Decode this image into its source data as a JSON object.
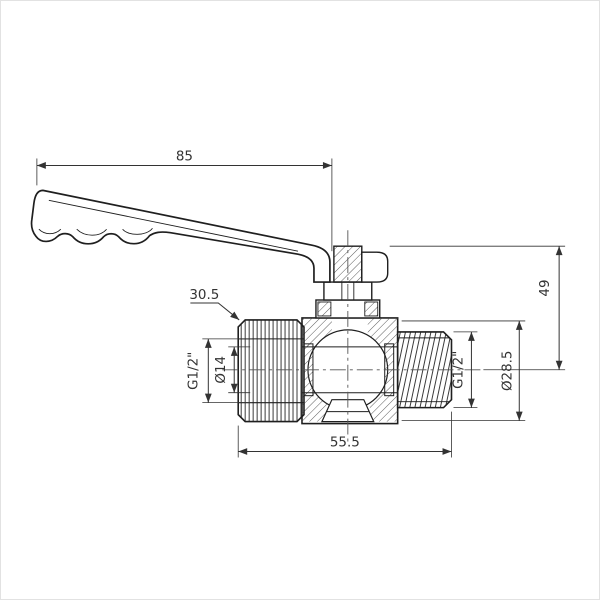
{
  "drawing": {
    "background": "#ffffff",
    "line_color": "#1f1f1f",
    "dimensions": {
      "handle_length": "85",
      "height": "49",
      "wrench_flat": "30.5",
      "thread_left": "G1/2\"",
      "bore_diameter": "Ø14",
      "thread_right": "G1/2\"",
      "outer_diameter": "Ø28.5",
      "body_length": "55.5"
    }
  }
}
